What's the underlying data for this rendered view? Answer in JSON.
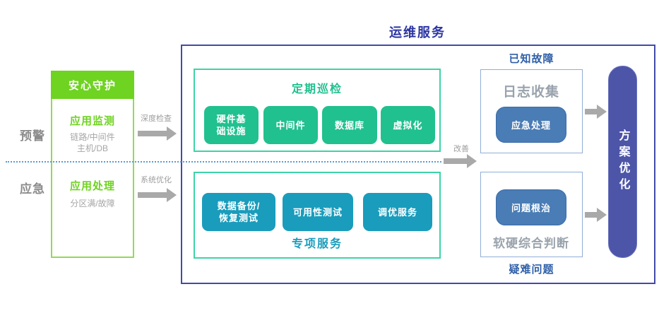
{
  "palette": {
    "bright_green": "#6fd321",
    "light_green_border": "#93da55",
    "emerald": "#21c08f",
    "teal_blue": "#1a9cbc",
    "teal_border": "#3ed3a7",
    "steel_blue": "#4a7cb5",
    "indigo_pill": "#4c55a7",
    "indigo_border": "#434aa8",
    "title_indigo": "#2c35a3",
    "title_blue": "#2e5fa8",
    "gray_text": "#9aa3ad",
    "arrow_gray": "#a9a9a9",
    "dotted_blue": "#5b9bd5"
  },
  "left": {
    "rows": [
      {
        "label": "预警"
      },
      {
        "label": "应急"
      }
    ],
    "guard": {
      "title": "安心守护",
      "monitor_title": "应用监测",
      "monitor_sub": "链路/中间件\n主机/DB",
      "handle_title": "应用处理",
      "handle_sub": "分区满/故障"
    },
    "arrows": {
      "top_label": "深度检查",
      "bottom_label": "系统优化"
    }
  },
  "main": {
    "title": "运维服务",
    "inspection": {
      "title": "定期巡检",
      "items": [
        "硬件基\n础设施",
        "中间件",
        "数据库",
        "虚拟化"
      ]
    },
    "special": {
      "title": "专项服务",
      "items": [
        "数据备份/\n恢复测试",
        "可用性测试",
        "调优服务"
      ]
    },
    "improve_label": "改善",
    "known_faults": {
      "title": "已知故障",
      "subtitle": "日志收集",
      "button": "应急处理"
    },
    "hard_problems": {
      "title": "疑难问题",
      "button": "问题根治",
      "subtitle": "软硬综合判断"
    },
    "pill_label": "方案优化"
  }
}
